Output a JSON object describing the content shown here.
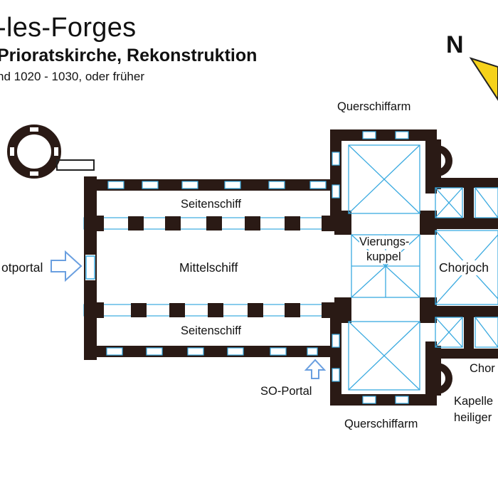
{
  "header": {
    "title": "-les-Forges",
    "subtitle": "Prioratskirche, Rekonstruktion",
    "date": "nd 1020 - 1030, oder früher"
  },
  "compass": {
    "label": "N"
  },
  "labels": {
    "transept_north": "Querschiffarm",
    "transept_south": "Querschiffarm",
    "aisle_north": "Seitenschiff",
    "aisle_south": "Seitenschiff",
    "nave": "Mittelschiff",
    "crossing_line1": "Vierungs-",
    "crossing_line2": "kuppel",
    "choir": "Chorjoch",
    "main_portal": "otportal",
    "se_portal": "SO-Portal",
    "choir_side": "Chor",
    "chapel_line1": "Kapelle",
    "chapel_line2": "heiliger"
  },
  "colors": {
    "wall": "#2a1a15",
    "vault_lines": "#3aaae0",
    "arrow_outline": "#6a9fe0",
    "compass_fill": "#f6d21a"
  }
}
